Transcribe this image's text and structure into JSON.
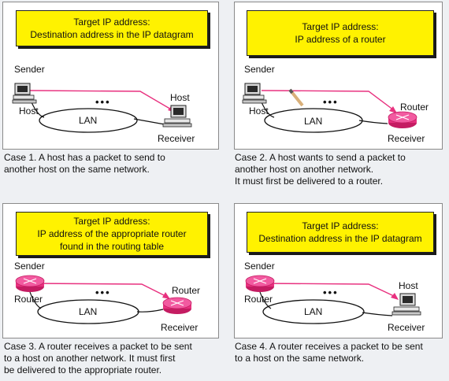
{
  "colors": {
    "target_box": "#fff200",
    "path": "#e8317f",
    "router": "#e8317f"
  },
  "cases": [
    {
      "target": [
        "Target IP address:",
        "Destination address in the IP datagram"
      ],
      "labels": {
        "sender": "Sender",
        "left": "Host",
        "right": "Host",
        "lan": "LAN",
        "receiver": "Receiver"
      },
      "caption": [
        "Case 1. A host has a packet to send to",
        "another host on the same network."
      ],
      "left_device": "computer-icon",
      "right_device": "computer-icon"
    },
    {
      "target": [
        "Target IP address:",
        "IP address of a router"
      ],
      "labels": {
        "sender": "Sender",
        "left": "Host",
        "right": "Router",
        "lan": "LAN",
        "receiver": "Receiver"
      },
      "caption": [
        "Case 2. A host wants to send a packet to",
        "another host on another network.",
        "It must first be delivered to a router."
      ],
      "left_device": "computer-icon",
      "right_device": "router-icon"
    },
    {
      "target": [
        "Target IP address:",
        "IP address of the appropriate router",
        "found in the routing table"
      ],
      "labels": {
        "sender": "Sender",
        "left": "Router",
        "right": "Router",
        "lan": "LAN",
        "receiver": "Receiver"
      },
      "caption": [
        "Case 3. A router receives a packet to be sent",
        "to a host on another network. It must first",
        "be delivered to the appropriate router."
      ],
      "left_device": "router-icon",
      "right_device": "router-icon"
    },
    {
      "target": [
        "Target IP address:",
        "Destination address in the IP datagram"
      ],
      "labels": {
        "sender": "Sender",
        "left": "Router",
        "right": "Host",
        "lan": "LAN",
        "receiver": "Receiver"
      },
      "caption": [
        "Case 4. A router receives a packet to be sent",
        "to a host on the same network."
      ],
      "left_device": "router-icon",
      "right_device": "computer-icon"
    }
  ]
}
